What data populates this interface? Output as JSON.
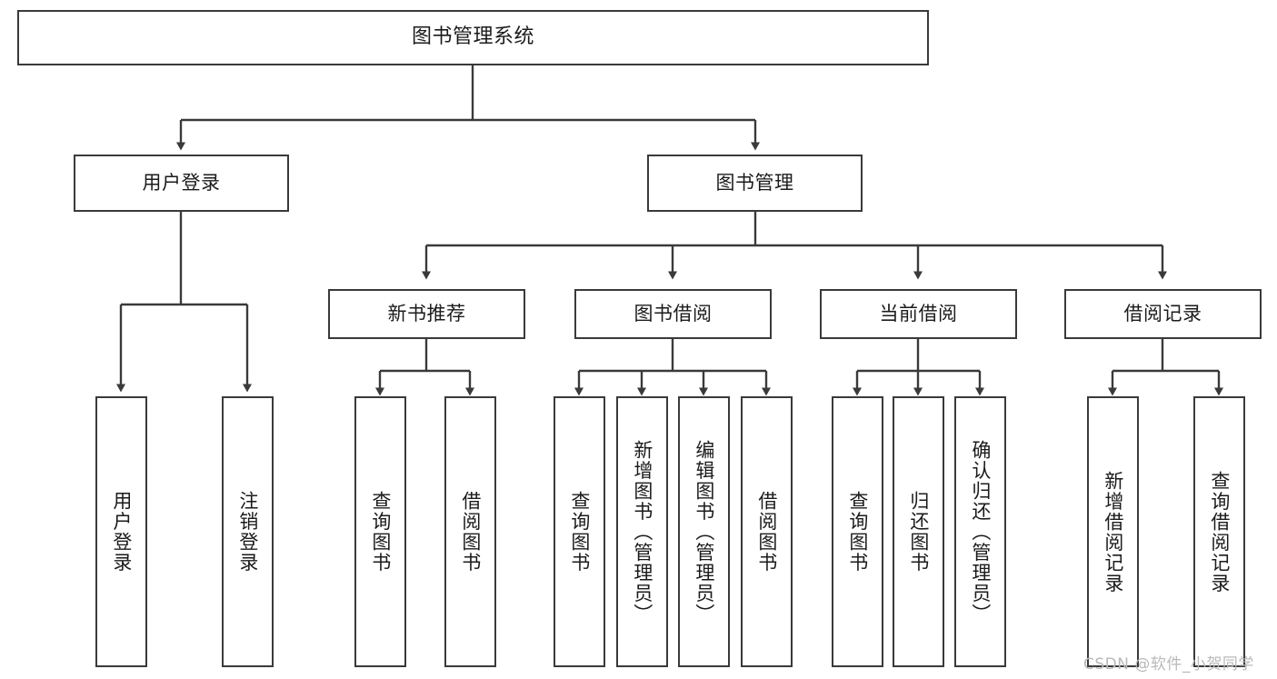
{
  "diagram": {
    "title": "图书管理系统",
    "watermark": "CSDN @软件_小贺同学",
    "colors": {
      "stroke": "#3a3a3a",
      "fill": "#ffffff",
      "text": "#1b1b1b",
      "watermark": "#b9b9b9"
    },
    "nodes": {
      "root": {
        "label": "图书管理系统"
      },
      "level1": [
        {
          "label": "用户登录"
        },
        {
          "label": "图书管理"
        }
      ],
      "level2": [
        {
          "label": "新书推荐"
        },
        {
          "label": "图书借阅"
        },
        {
          "label": "当前借阅"
        },
        {
          "label": "借阅记录"
        }
      ],
      "leaves": {
        "user_login": [
          {
            "label": "用户登录"
          },
          {
            "label": "注销登录"
          }
        ],
        "new_book": [
          {
            "label": "查询图书"
          },
          {
            "label": "借阅图书"
          }
        ],
        "borrow_book": [
          {
            "label": "查询图书"
          },
          {
            "label": "新增图书（管理员）"
          },
          {
            "label": "编辑图书（管理员）"
          },
          {
            "label": "借阅图书"
          }
        ],
        "current_borrow": [
          {
            "label": "查询图书"
          },
          {
            "label": "归还图书"
          },
          {
            "label": "确认归还（管理员）"
          }
        ],
        "borrow_record": [
          {
            "label": "新增借阅记录"
          },
          {
            "label": "查询借阅记录"
          }
        ]
      }
    }
  }
}
